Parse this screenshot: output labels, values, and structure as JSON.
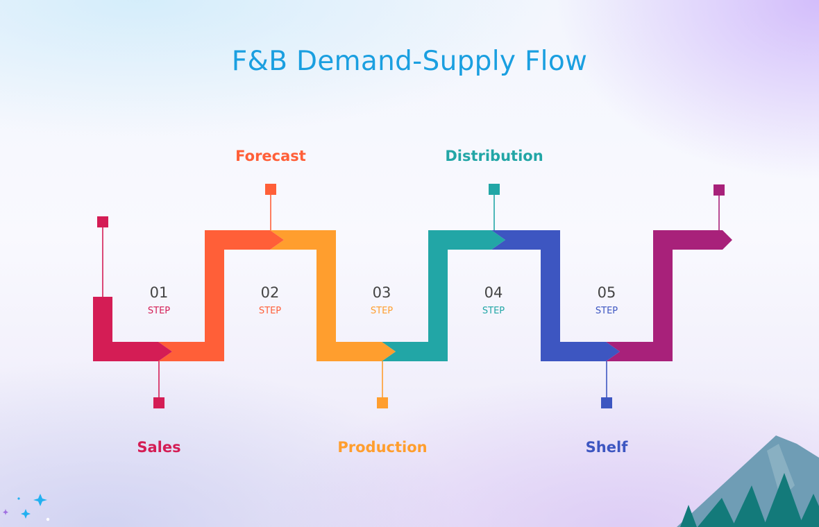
{
  "title": "F&B Demand-Supply Flow",
  "steps": [
    {
      "number": "01",
      "step_label": "STEP",
      "stage": "Sales",
      "color": "#d41d55"
    },
    {
      "number": "02",
      "step_label": "STEP",
      "stage": "Forecast",
      "color": "#ff5f38"
    },
    {
      "number": "03",
      "step_label": "STEP",
      "stage": "Production",
      "color": "#ff9e2e"
    },
    {
      "number": "04",
      "step_label": "STEP",
      "stage": "Distribution",
      "color": "#22a6a6"
    },
    {
      "number": "05",
      "step_label": "STEP",
      "stage": "Shelf",
      "color": "#3d56c1"
    }
  ],
  "end_color": "#a8217a",
  "decorations": {
    "mountain": "mountain-icon",
    "sparkles": "sparkle-icon"
  }
}
